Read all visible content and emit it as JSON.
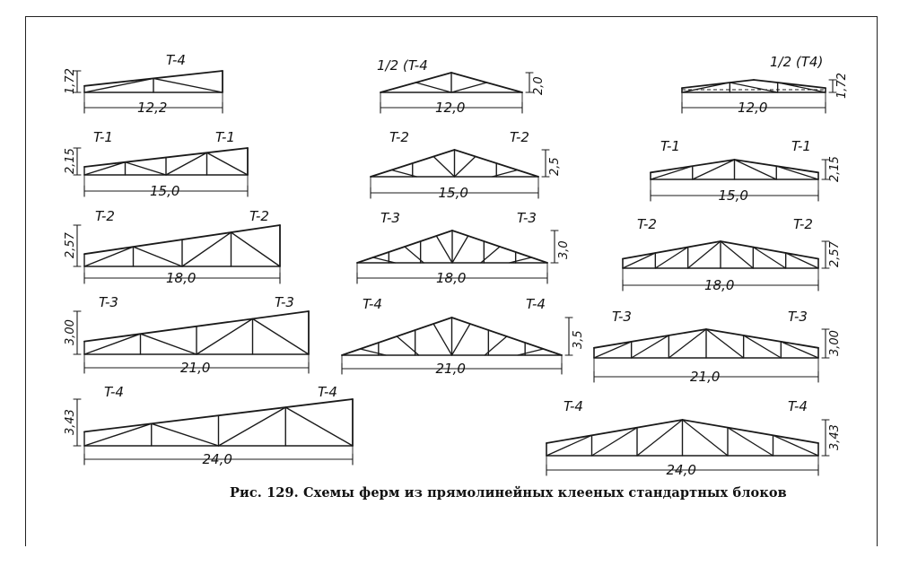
{
  "caption": "Рис. 129. Схемы ферм из прямолинейных клееных стандартных блоков",
  "trusses": [
    {
      "id": "a1",
      "labels": [
        "T-4"
      ],
      "span": "12,2",
      "height": "1,72"
    },
    {
      "id": "a2",
      "labels": [
        "1/2 (T-4"
      ],
      "span": "12,0",
      "height": "2,0"
    },
    {
      "id": "a3",
      "labels": [
        "1/2 (T4)"
      ],
      "span": "12,0",
      "height": "1,72"
    },
    {
      "id": "b1",
      "labels": [
        "T-1",
        "T-1"
      ],
      "span": "15,0",
      "height": "2,15"
    },
    {
      "id": "b2",
      "labels": [
        "T-2",
        "T-2"
      ],
      "span": "15,0",
      "height": "2,5"
    },
    {
      "id": "b3",
      "labels": [
        "T-1",
        "T-1"
      ],
      "span": "15,0",
      "height": "2,15"
    },
    {
      "id": "c1",
      "labels": [
        "T-2",
        "T-2"
      ],
      "span": "18,0",
      "height": "2,57"
    },
    {
      "id": "c2",
      "labels": [
        "T-3",
        "T-3"
      ],
      "span": "18,0",
      "height": "3,0"
    },
    {
      "id": "c3",
      "labels": [
        "T-2",
        "T-2"
      ],
      "span": "18,0",
      "height": "2,57"
    },
    {
      "id": "d1",
      "labels": [
        "T-3",
        "T-3"
      ],
      "span": "21,0",
      "height": "3,00"
    },
    {
      "id": "d2",
      "labels": [
        "T-4",
        "T-4"
      ],
      "span": "21,0",
      "height": "3,5"
    },
    {
      "id": "d3",
      "labels": [
        "T-3",
        "T-3"
      ],
      "span": "21,0",
      "height": "3,00"
    },
    {
      "id": "e1",
      "labels": [
        "T-4",
        "T-4"
      ],
      "span": "24,0",
      "height": "3,43"
    },
    {
      "id": "e2",
      "labels": [
        "T-4",
        "T-4"
      ],
      "span": "24,0",
      "height": "3,43"
    }
  ]
}
